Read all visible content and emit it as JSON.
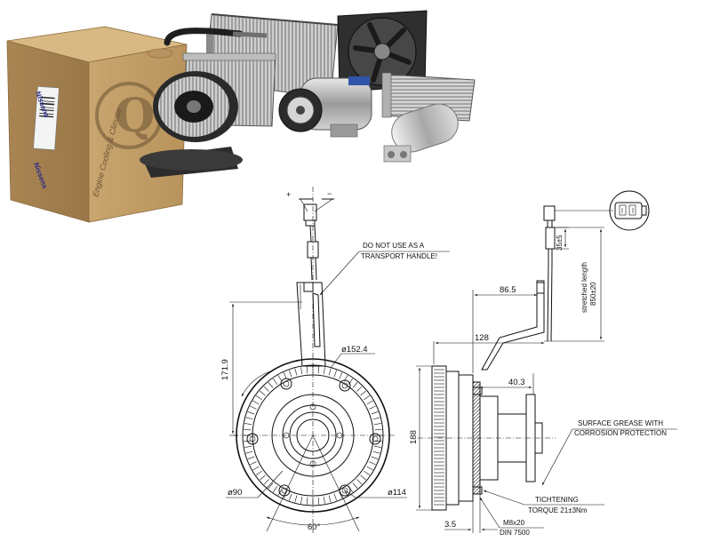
{
  "photo": {
    "box_brand": "Nissens",
    "box_watermark": "Engine Cooling & Climate"
  },
  "diagram": {
    "connector": {
      "pin_left": "+",
      "pin_right": "−"
    },
    "warning": {
      "line1": "DO NOT USE AS A",
      "line2": "TRANSPORT HANDLE!"
    },
    "dims": {
      "height_left": "171.9",
      "dia_outer": "ø152.4",
      "dia_90": "ø90",
      "dia_114": "ø114",
      "angle_60": "60°",
      "height_188": "188",
      "len_128": "128",
      "len_86_5": "86.5",
      "len_40_3": "40.3",
      "len_3_5": "3.5",
      "len_35": "35±5",
      "stretched_label": "stretched length",
      "stretched_value": "850±20"
    },
    "notes": {
      "grease_line1": "SURFACE GREASE WITH",
      "grease_line2": "CORROSION PROTECTION",
      "torque_line1": "TICHTENING",
      "torque_line2": "TORQUE 21±3Nm",
      "bolt_line1": "M8x20",
      "bolt_line2": "DIN 7500"
    }
  }
}
